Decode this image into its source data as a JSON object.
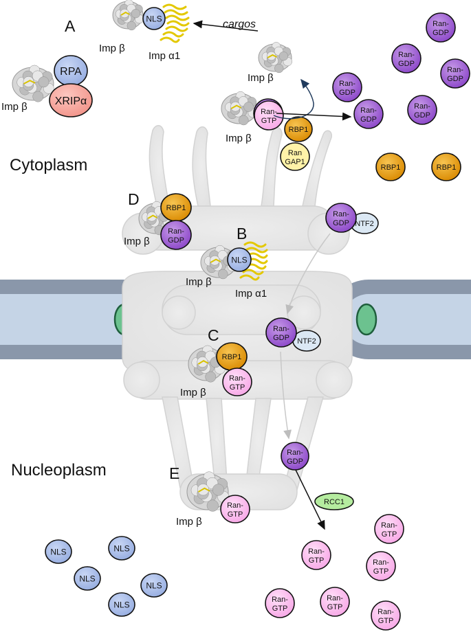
{
  "panels": {
    "a": "A",
    "b": "B",
    "c": "C",
    "d": "D",
    "e": "E"
  },
  "compartments": {
    "cytoplasm": "Cytoplasm",
    "nucleoplasm": "Nucleoplasm"
  },
  "labels": {
    "imp_beta": "Imp β",
    "imp_alpha1": "Imp α1",
    "cargos": "cargos",
    "nls": "NLS",
    "rpa": "RPA",
    "xrip": "XRIPα",
    "rbp1": "RBP1",
    "ntf2": "NTF2",
    "rcc1": "RCC1",
    "ran_gdp_line1": "Ran-",
    "ran_gdp_line2": "GDP",
    "ran_gtp_line1": "Ran-",
    "ran_gtp_line2": "GTP",
    "rangap_line1": "Ran",
    "rangap_line2": "GAP1"
  },
  "colors": {
    "ran_gdp": "#9b59d0",
    "ran_gtp": "#ffb3ee",
    "rbp1": "#e69a0a",
    "nls": "#a9bde8",
    "rpa": "#a9bde8",
    "xrip": "#f6a8a0",
    "ntf2": "#dbe8f4",
    "rcc1": "#b5ec9f",
    "rangap": "#fff2a8"
  }
}
